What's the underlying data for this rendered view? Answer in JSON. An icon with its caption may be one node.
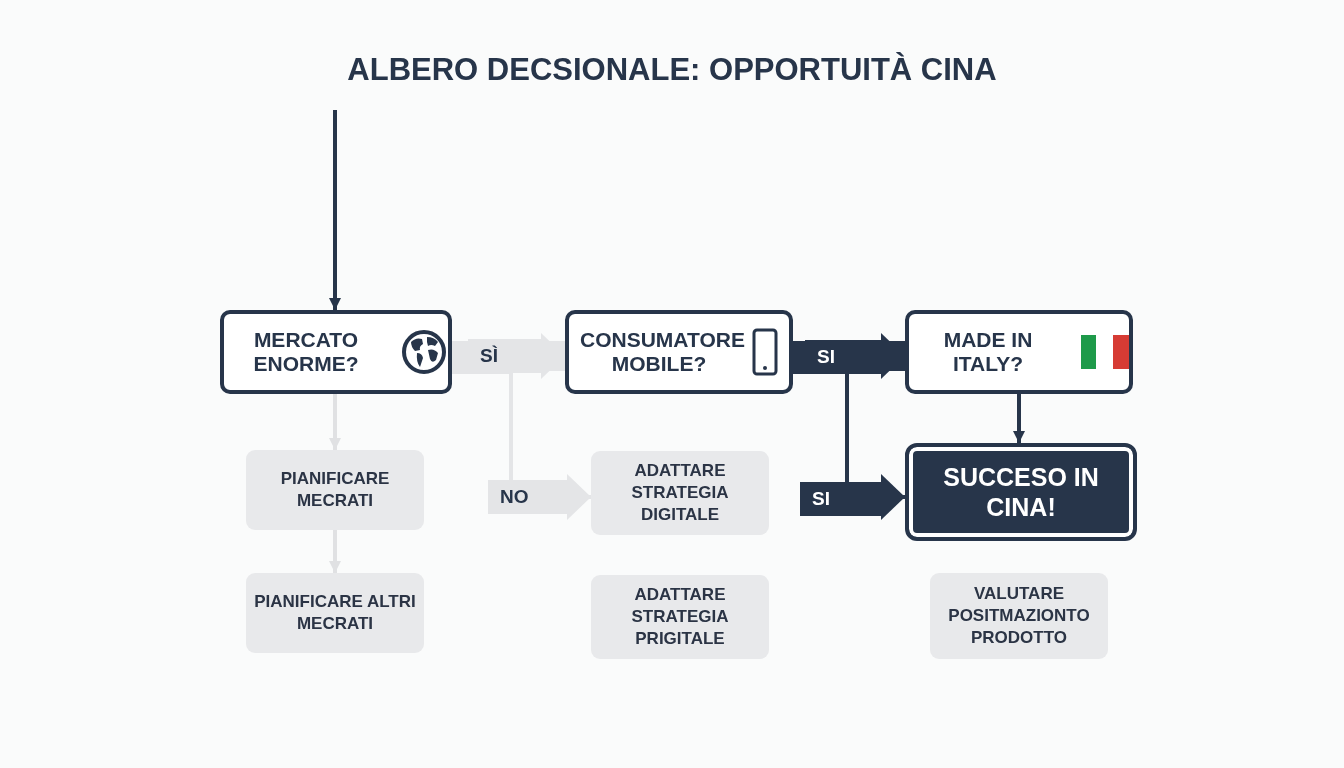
{
  "diagram": {
    "title": "ALBERO DECSIONALE: OPPORTUITÀ CINA",
    "nodes": [
      {
        "text": [
          "MERCATO ENORME?"
        ]
      },
      {
        "text": [
          "CONSUMATORE MOBILE?"
        ]
      },
      {
        "text": [
          "MADE IN ITALY?"
        ]
      },
      {
        "text": [
          "PIANIFICARE MECRATI"
        ]
      },
      {
        "text": [
          "ADATTARE STRATEGIA DIGITALE"
        ]
      },
      {
        "text": [
          "SUCCESO IN CINA!"
        ]
      },
      {
        "text": [
          "PIANIFICARE ALTRI MECRATI"
        ]
      },
      {
        "text": [
          "ADATTARE STRATEGIA PRIGITALE"
        ]
      },
      {
        "text": [
          "VALUTARE POSITMAZIONTO PRODOTTO"
        ]
      }
    ],
    "edges": [
      {
        "from": null,
        "to": 0,
        "arrow": "to"
      },
      {
        "from": 0,
        "to": 1,
        "arrow": "to",
        "label": "SÌ",
        "style": "thick",
        "color": "#e4e5e7"
      },
      {
        "from": 0,
        "to": 4,
        "arrow": "to",
        "label": "NO",
        "color": "#e4e5e7"
      },
      {
        "from": 1,
        "to": 2,
        "arrow": "to",
        "label": "SI",
        "style": "thick"
      },
      {
        "from": 1,
        "to": 5,
        "arrow": "to",
        "label": "SI"
      },
      {
        "from": 2,
        "to": 5,
        "arrow": "to"
      },
      {
        "from": 0,
        "to": 3,
        "arrow": "to",
        "color": "#e0e1e3"
      },
      {
        "from": 3,
        "to": 6,
        "arrow": "to",
        "color": "#e0e1e3"
      }
    ]
  }
}
